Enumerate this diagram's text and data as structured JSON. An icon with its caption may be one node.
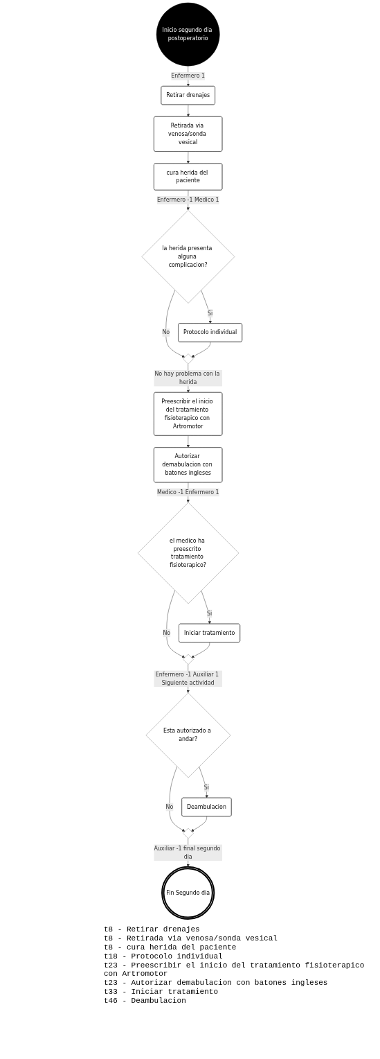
{
  "diagram": {
    "nodes": [
      {
        "text": [
          "Inicio segundo dia postoperatorio"
        ]
      },
      {
        "text": [
          "Retirar drenajes"
        ]
      },
      {
        "text": [
          "Retirada via venosa/sonda vesical"
        ]
      },
      {
        "text": [
          "cura herida del paciente"
        ]
      },
      {
        "text": [
          "la herida presenta alguna complicacion?"
        ]
      },
      {
        "text": [
          "Protocolo individual"
        ]
      },
      {
        "text": [],
        "shape": "diamond"
      },
      {
        "text": [
          "Preescribir el inicio del tratamiento fisioterapico con Artromotor"
        ]
      },
      {
        "text": [
          "Autorizar demabulacion con batones ingleses"
        ]
      },
      {
        "text": [
          "el medico ha preescrito tratamiento fisioterapico?"
        ]
      },
      {
        "text": [
          "Iniciar tratamiento"
        ]
      },
      {
        "text": [],
        "shape": "diamond"
      },
      {
        "text": [
          "Esta autorizado a andar?"
        ]
      },
      {
        "text": [
          "Deambulacion"
        ]
      },
      {
        "text": [],
        "shape": "diamond"
      },
      {
        "text": [
          "Fin Segundo dia"
        ]
      }
    ],
    "edges": [
      {
        "from": 0,
        "to": 1,
        "arrow": "to",
        "label": "Enfermero 1"
      },
      {
        "from": 1,
        "to": 2,
        "arrow": "to"
      },
      {
        "from": 2,
        "to": 3,
        "arrow": "to"
      },
      {
        "from": 3,
        "to": 4,
        "arrow": "to",
        "label": "Enfermero -1 Medico 1"
      },
      {
        "from": 4,
        "to": 5,
        "arrow": "to",
        "label": "Si"
      },
      {
        "from": 4,
        "to": 6,
        "arrow": "to",
        "label": "No"
      },
      {
        "from": 5,
        "to": 6,
        "arrow": "to"
      },
      {
        "from": 6,
        "to": 7,
        "arrow": "to",
        "label": "No hay problema con la herida"
      },
      {
        "from": 7,
        "to": 8,
        "arrow": "to"
      },
      {
        "from": 8,
        "to": 9,
        "arrow": "to",
        "label": "Medico -1 Enfermero 1"
      },
      {
        "from": 9,
        "to": 10,
        "arrow": "to",
        "label": "Si"
      },
      {
        "from": 9,
        "to": 11,
        "arrow": "to",
        "label": "No"
      },
      {
        "from": 10,
        "to": 11,
        "arrow": "to"
      },
      {
        "from": 11,
        "to": 12,
        "arrow": "to",
        "label": "Enfermero -1 Auxiliar 1 Siguiente actividad"
      },
      {
        "from": 12,
        "to": 13,
        "arrow": "to",
        "label": "Si"
      },
      {
        "from": 12,
        "to": 14,
        "arrow": "to",
        "label": "No"
      },
      {
        "from": 13,
        "to": 14,
        "arrow": "to"
      },
      {
        "from": 14,
        "to": 15,
        "arrow": "to",
        "label": "Auxiliar -1 final segundo dia"
      }
    ],
    "labels": [
      "t8 - Retirar drenajes",
      "t8 - Retirada via venosa/sonda vesical",
      "t8 - cura herida del paciente",
      "t18 - Protocolo individual",
      "t23 - Preescribir el inicio del tratamiento fisioterapico con Artromotor",
      "t23 - Autorizar demabulacion con batones ingleses",
      "t33 - Iniciar tratamiento",
      "t46 - Deambulacion"
    ]
  }
}
